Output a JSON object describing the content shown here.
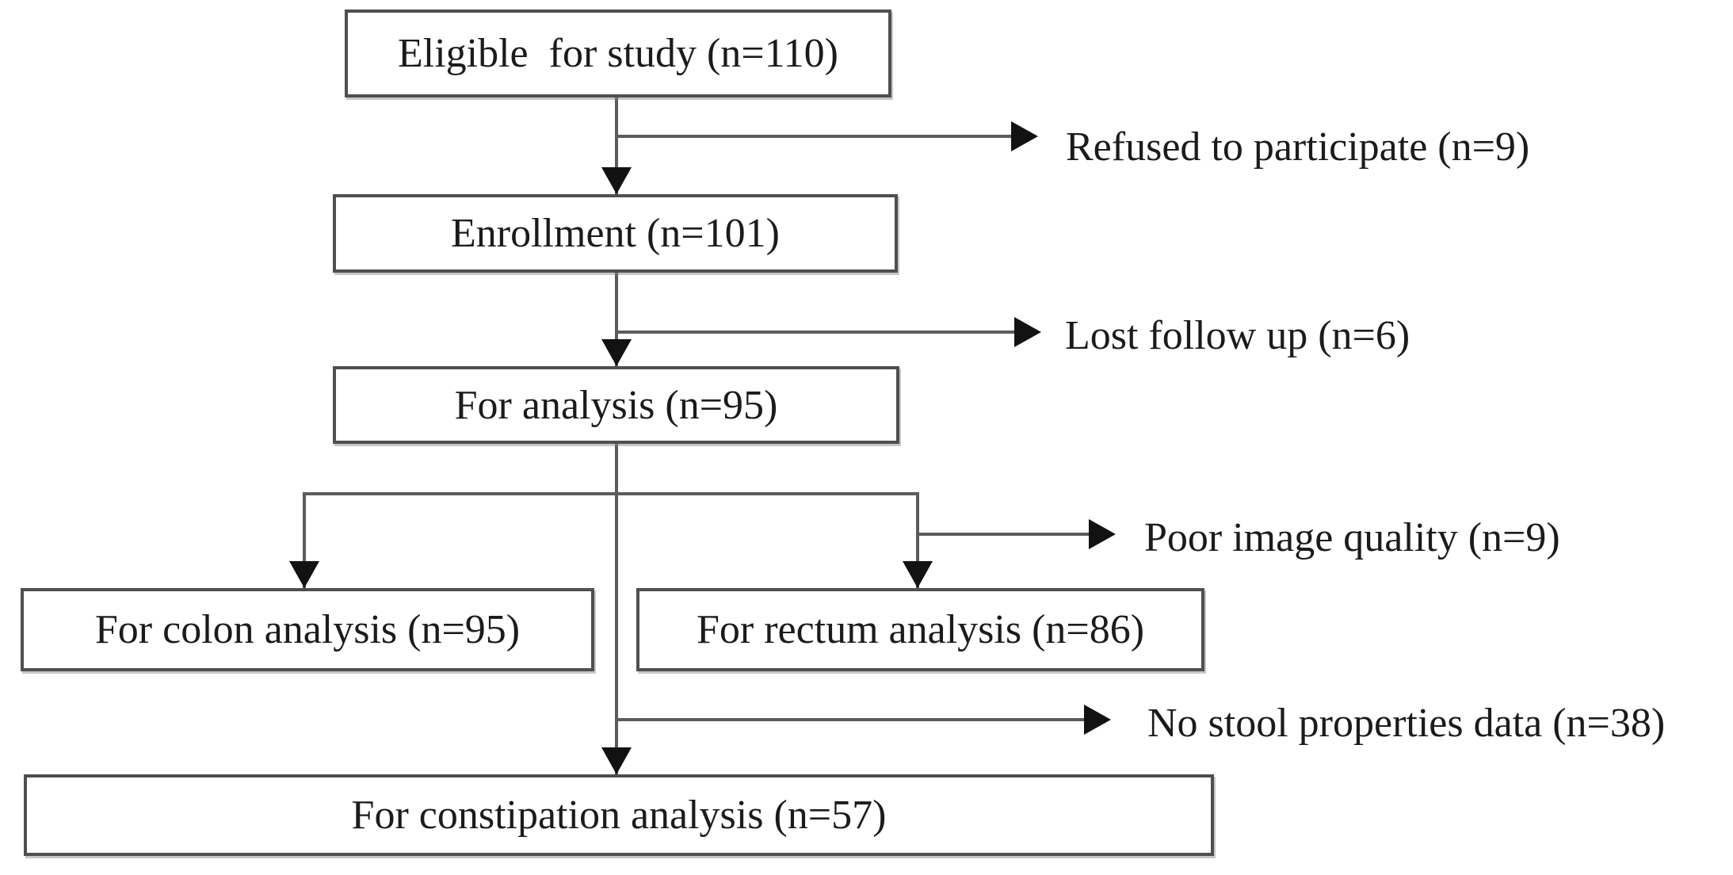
{
  "figure": {
    "type": "participant-flow-diagram",
    "colors": {
      "background": "#ffffff",
      "line": "#5c5c5c",
      "box_border": "#4f4f4f",
      "arrowhead": "#121212",
      "text": "#1b1b1b"
    },
    "boxes": [
      {
        "id": "eligible",
        "label": "Eligible  for study (n=110)",
        "n": 110
      },
      {
        "id": "enrollment",
        "label": "Enrollment (n=101)",
        "n": 101
      },
      {
        "id": "analysis",
        "label": "For analysis (n=95)",
        "n": 95
      },
      {
        "id": "colon",
        "label": "For colon analysis (n=95)",
        "n": 95
      },
      {
        "id": "rectum",
        "label": "For rectum analysis (n=86)",
        "n": 86
      },
      {
        "id": "constipation",
        "label": "For constipation analysis (n=57)",
        "n": 57
      }
    ],
    "exclusions": [
      {
        "id": "refused",
        "label": "Refused to participate (n=9)",
        "n": 9
      },
      {
        "id": "lost",
        "label": "Lost follow up (n=6)",
        "n": 6
      },
      {
        "id": "poor",
        "label": "Poor image quality (n=9)",
        "n": 9
      },
      {
        "id": "no-stool",
        "label": "No stool properties data (n=38)",
        "n": 38
      }
    ]
  }
}
